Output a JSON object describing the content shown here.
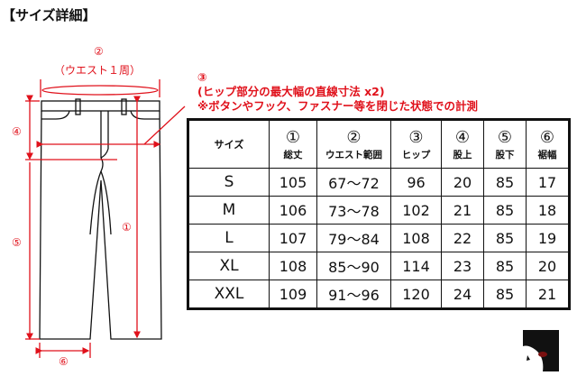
{
  "title": "【サイズ詳細】",
  "diagram": {
    "waist_num": "②",
    "waist_label": "（ウエスト１周）",
    "hip_num": "③",
    "rise_num": "④",
    "inseam_num": "⑤",
    "length_num": "①",
    "hem_num": "⑥"
  },
  "note": {
    "line1": "(ヒップ部分の最大幅の直線寸法 x2)",
    "line2": "※ボタンやフック、ファスナー等を閉じた状態での計測"
  },
  "table": {
    "header": {
      "size": "サイズ",
      "cols": [
        {
          "num": "①",
          "label": "総丈"
        },
        {
          "num": "②",
          "label": "ウエスト範囲"
        },
        {
          "num": "③",
          "label": "ヒップ"
        },
        {
          "num": "④",
          "label": "股上"
        },
        {
          "num": "⑤",
          "label": "股下"
        },
        {
          "num": "⑥",
          "label": "裾幅"
        }
      ]
    },
    "rows": [
      [
        "S",
        "105",
        "67〜72",
        "96",
        "20",
        "85",
        "17"
      ],
      [
        "M",
        "106",
        "73〜78",
        "102",
        "21",
        "85",
        "18"
      ],
      [
        "L",
        "107",
        "79〜84",
        "108",
        "22",
        "85",
        "19"
      ],
      [
        "XL",
        "108",
        "85〜90",
        "114",
        "23",
        "85",
        "20"
      ],
      [
        "XXL",
        "109",
        "91〜96",
        "120",
        "24",
        "85",
        "21"
      ]
    ]
  },
  "colors": {
    "accent": "#e0111b",
    "line": "#111111"
  }
}
